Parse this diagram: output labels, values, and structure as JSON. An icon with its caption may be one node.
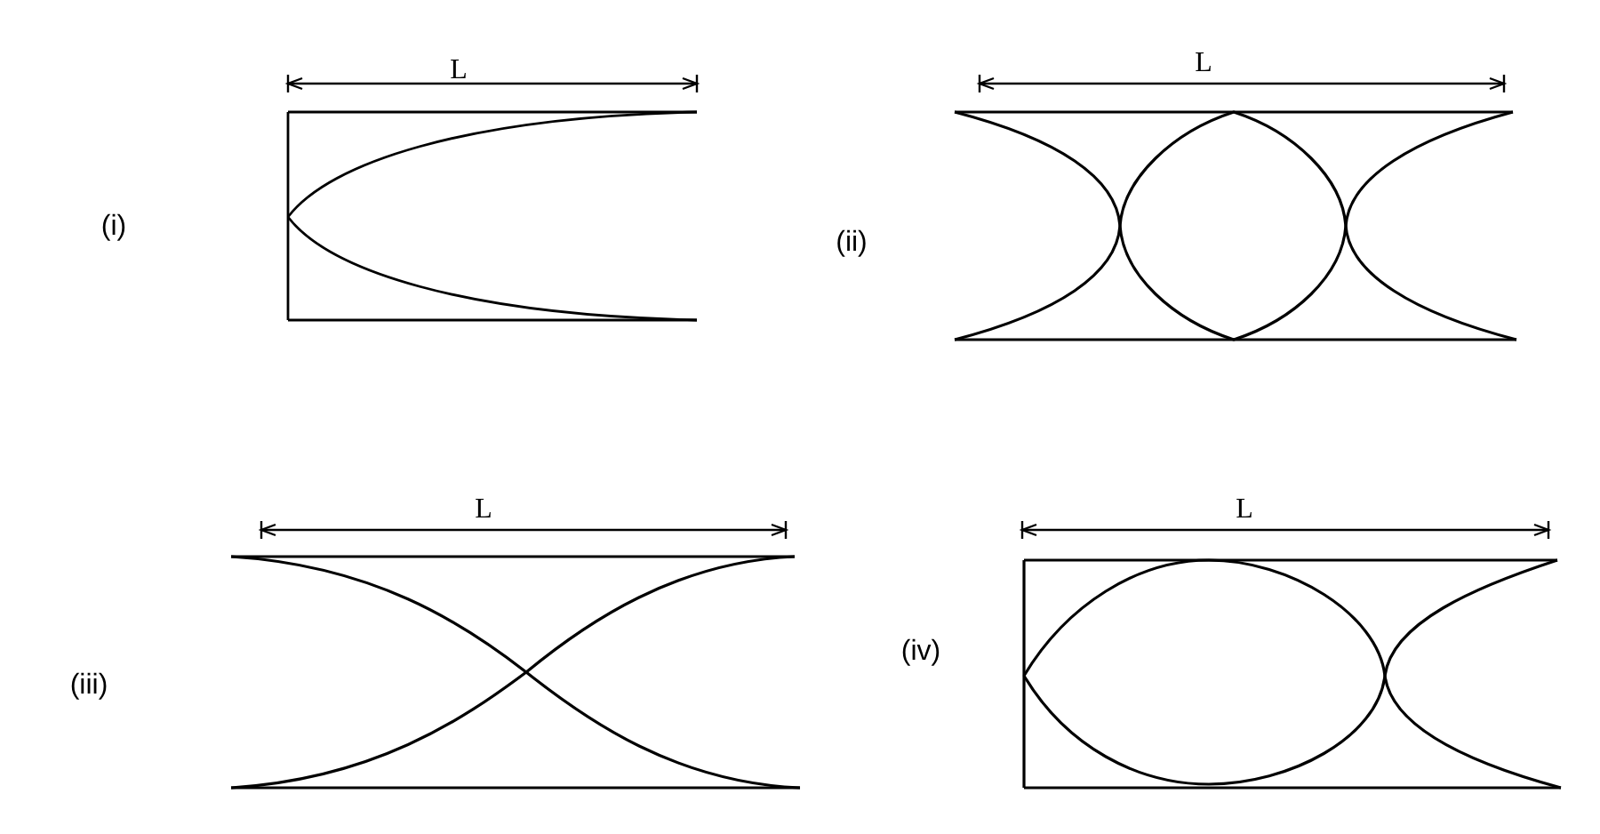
{
  "diagram": {
    "labels": [
      "L",
      "L",
      "(i)",
      "(ii)",
      "L",
      "L",
      "(iii)",
      "(iv)"
    ]
  }
}
